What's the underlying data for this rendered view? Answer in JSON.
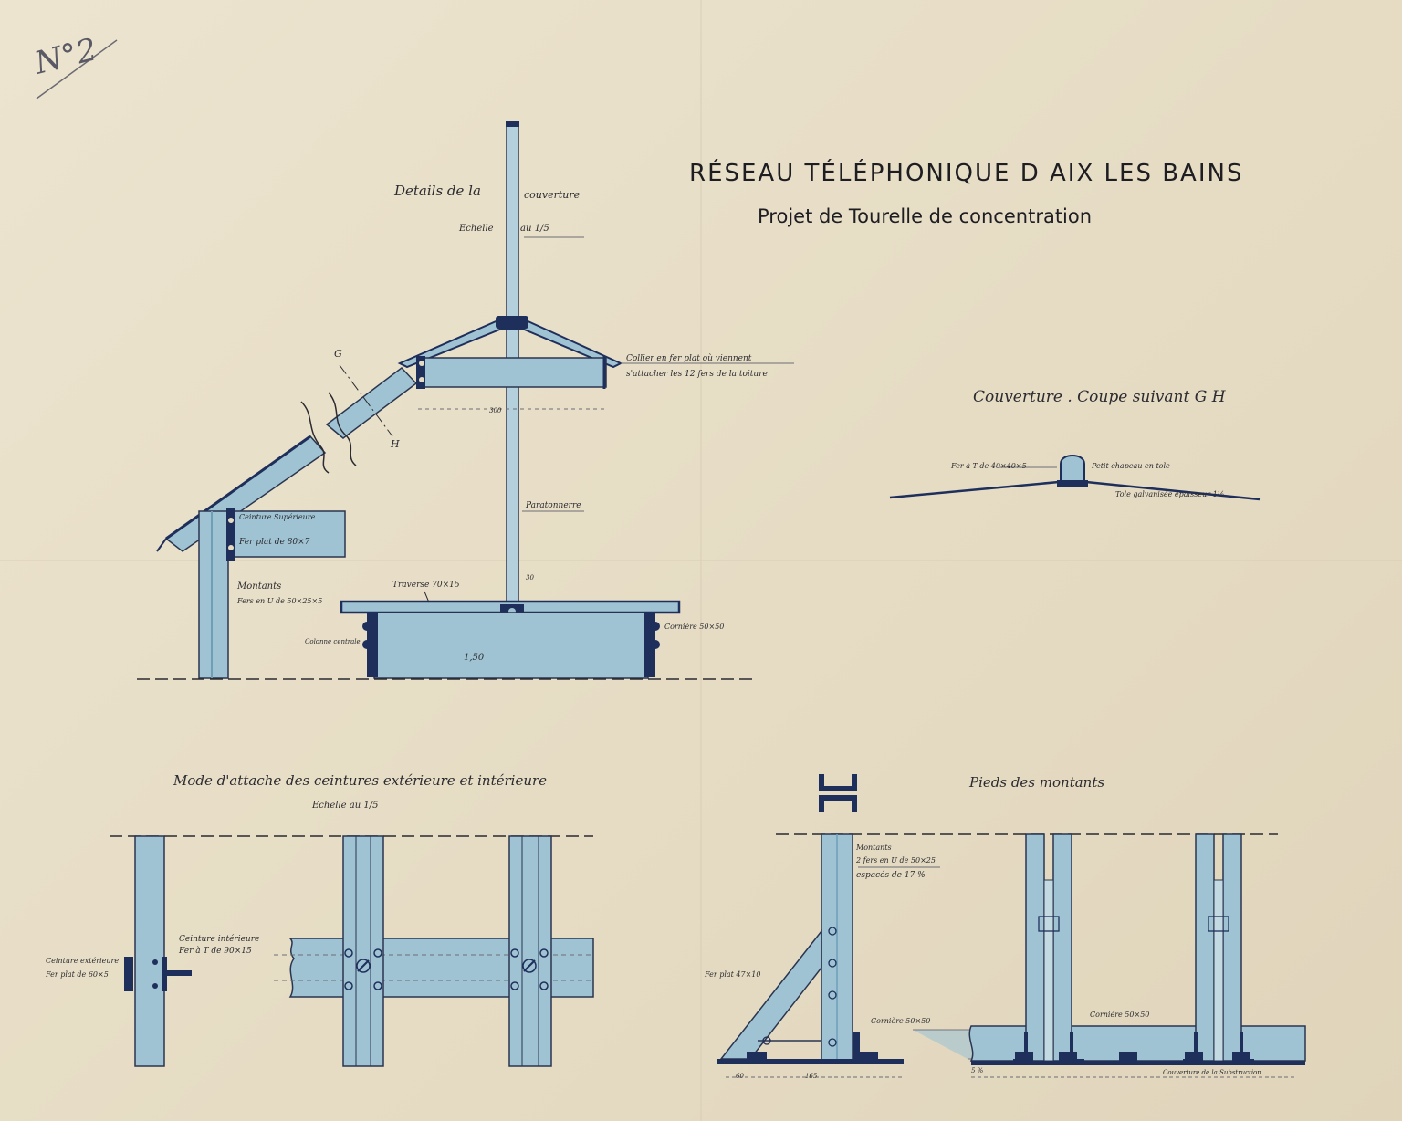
{
  "sheet_number": "N°2",
  "title": "RÉSEAU TÉLÉPHONIQUE D AIX LES BAINS",
  "subtitle": "Projet de Tourelle de concentration",
  "colors": {
    "paper": "#e8dfca",
    "ink": "#1d1d22",
    "wash": "#9fc3d3",
    "wash_dark": "#6f9fb7",
    "steel": "#1f2f5c"
  },
  "details_couverture": {
    "heading_a": "Details de la",
    "heading_b": "couverture",
    "scale_a": "Echelle",
    "scale_b": "au 1/5",
    "cut_g": "G",
    "cut_h": "H",
    "collier_1": "Collier en fer plat où viennent",
    "collier_2": "s'attacher les 12 fers de la toiture",
    "dim_300": "300",
    "paratonnerre": "Paratonnerre",
    "ceinture_sup_1": "Ceinture Supérieure",
    "ceinture_sup_2": "Fer plat de 80×7",
    "montants_1": "Montants",
    "montants_2": "Fers en U de 50×25×5",
    "traverse": "Traverse 70×15",
    "dim_30": "30",
    "cornieres": "Cornière 50×50",
    "colonne": "Colonne centrale",
    "dim_150": "1,50"
  },
  "coupe_gh": {
    "heading": "Couverture . Coupe suivant G H",
    "fer_t": "Fer à T de 40×40×5",
    "chapeau": "Petit chapeau en tole",
    "tole": "Tole galvanisée épaisseur 1½"
  },
  "mode_attache": {
    "heading": "Mode d'attache des ceintures extérieure et intérieure",
    "scale": "Echelle au 1/5",
    "ceinture_int_1": "Ceinture intérieure",
    "ceinture_int_2": "Fer à T de 90×15",
    "ceinture_ext_1": "Ceinture extérieure",
    "ceinture_ext_2": "Fer plat de 60×5"
  },
  "pieds": {
    "heading": "Pieds des montants",
    "montants_1": "Montants",
    "montants_2": "2 fers en U de 50×25",
    "montants_3": "espacés de 17 %",
    "fer_plat": "Fer plat 47×10",
    "corniere_a": "Cornière 50×50",
    "corniere_b": "Cornière 50×50",
    "dim_60": "60",
    "dim_165": "165",
    "dim_5": "5 %",
    "couverture_sub": "Couverture de la Substruction"
  }
}
